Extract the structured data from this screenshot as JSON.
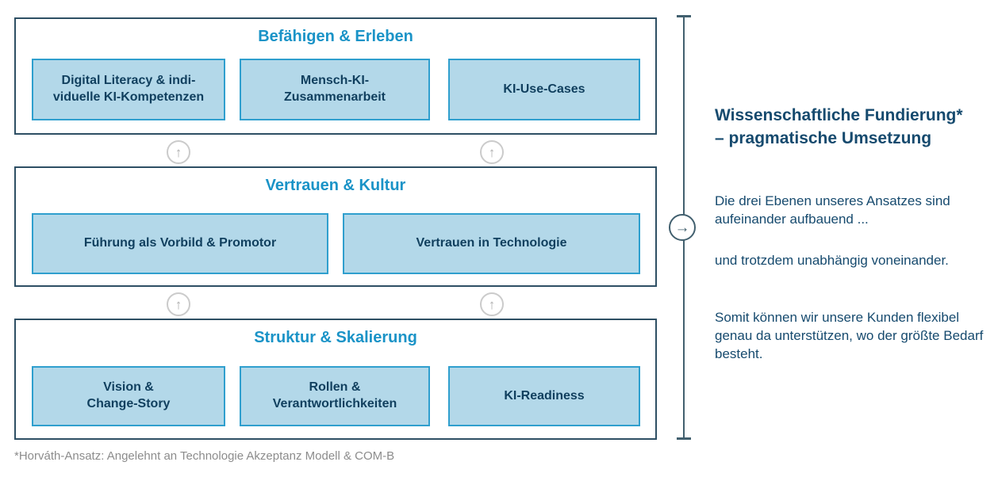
{
  "diagram": {
    "levels": [
      {
        "title": "Befähigen & Erleben",
        "items": [
          {
            "label": "Digital Literacy & indi-\nviduelle KI-Kompetenzen"
          },
          {
            "label": "Mensch-KI-\nZusammenarbeit"
          },
          {
            "label": "KI-Use-Cases"
          }
        ]
      },
      {
        "title": "Vertrauen & Kultur",
        "items": [
          {
            "label": "Führung als Vorbild & Promotor"
          },
          {
            "label": "Vertrauen in Technologie"
          }
        ]
      },
      {
        "title": "Struktur & Skalierung",
        "items": [
          {
            "label": "Vision &\nChange-Story"
          },
          {
            "label": "Rollen &\nVerantwortlichkeiten"
          },
          {
            "label": "KI-Readiness"
          }
        ]
      }
    ],
    "up_arrow_icon": "↑"
  },
  "side_panel": {
    "heading": "Wissenschaftliche Fundierung*\n– pragmatische Umsetzung",
    "arrow_icon": "→",
    "paragraphs": [
      "Die drei Ebenen unseres Ansatzes sind aufeinander aufbauend ...",
      "und trotzdem unabhängig voneinander.",
      "Somit können wir unsere Kunden flexibel genau da unterstützen, wo der größte Bedarf besteht."
    ]
  },
  "footnote": "*Horváth-Ansatz: Angelehnt an Technologie Akzeptanz Modell & COM-B",
  "colors": {
    "accent_cyan": "#1A93C7",
    "box_fill": "#B3D8E9",
    "box_border": "#2F9FCE",
    "frame_border": "#2E4F64",
    "text_navy": "#164A6E",
    "bracket": "#42606F",
    "arrow_gray": "#AEAEAE",
    "muted_gray": "#8C8C8C"
  }
}
